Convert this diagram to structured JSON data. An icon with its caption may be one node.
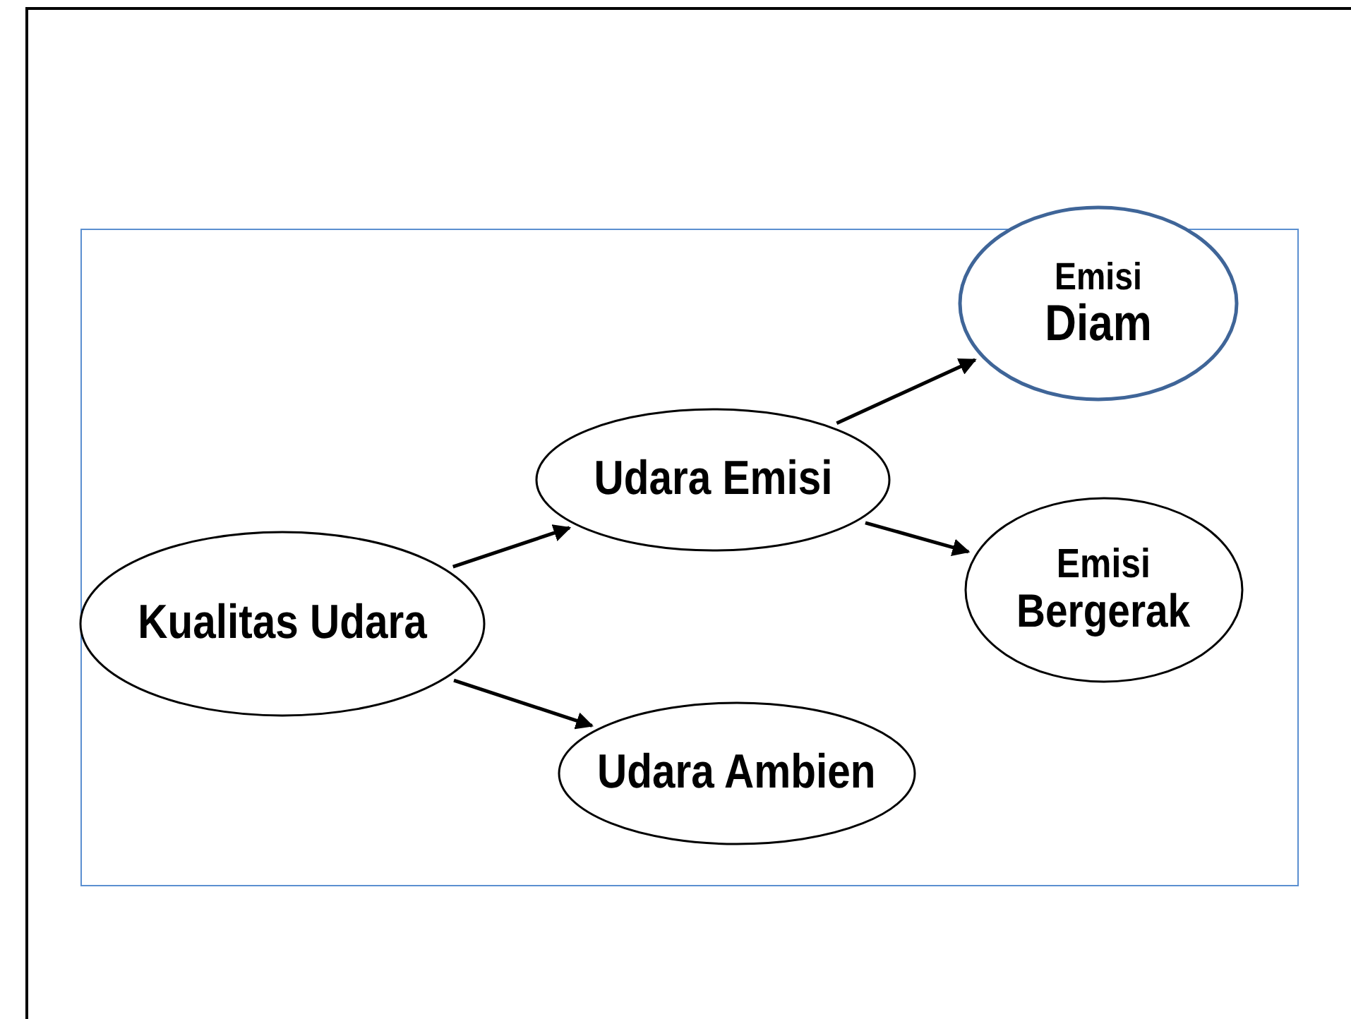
{
  "diagram": {
    "nodes": [
      {
        "text": [
          "Kualitas Udara"
        ]
      },
      {
        "text": [
          "Udara Emisi"
        ]
      },
      {
        "text": [
          "Udara Ambien"
        ]
      },
      {
        "text": [
          "Emisi",
          "Diam"
        ]
      },
      {
        "text": [
          "Emisi",
          "Bergerak"
        ]
      }
    ],
    "edges": [
      {
        "from": 0,
        "to": 1,
        "arrow": "to"
      },
      {
        "from": 0,
        "to": 2,
        "arrow": "to"
      },
      {
        "from": 1,
        "to": 3,
        "arrow": "to"
      },
      {
        "from": 1,
        "to": 4,
        "arrow": "to"
      }
    ]
  }
}
